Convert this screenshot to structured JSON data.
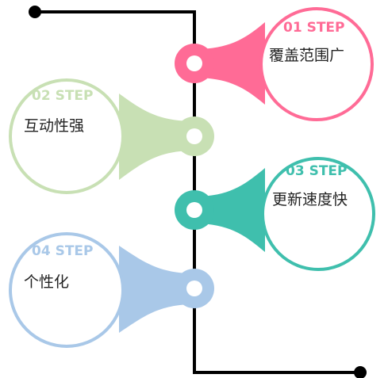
{
  "steps": [
    {
      "number": "01 STEP",
      "label": "覆盖范围广",
      "color": "#ff6b96"
    },
    {
      "number": "02 STEP",
      "label": "互动性强",
      "color": "#c8e0b4"
    },
    {
      "number": "03 STEP",
      "label": "更新速度快",
      "color": "#3fbfad"
    },
    {
      "number": "04 STEP",
      "label": "个性化",
      "color": "#a9c8e8"
    }
  ],
  "line_color": "#000000"
}
